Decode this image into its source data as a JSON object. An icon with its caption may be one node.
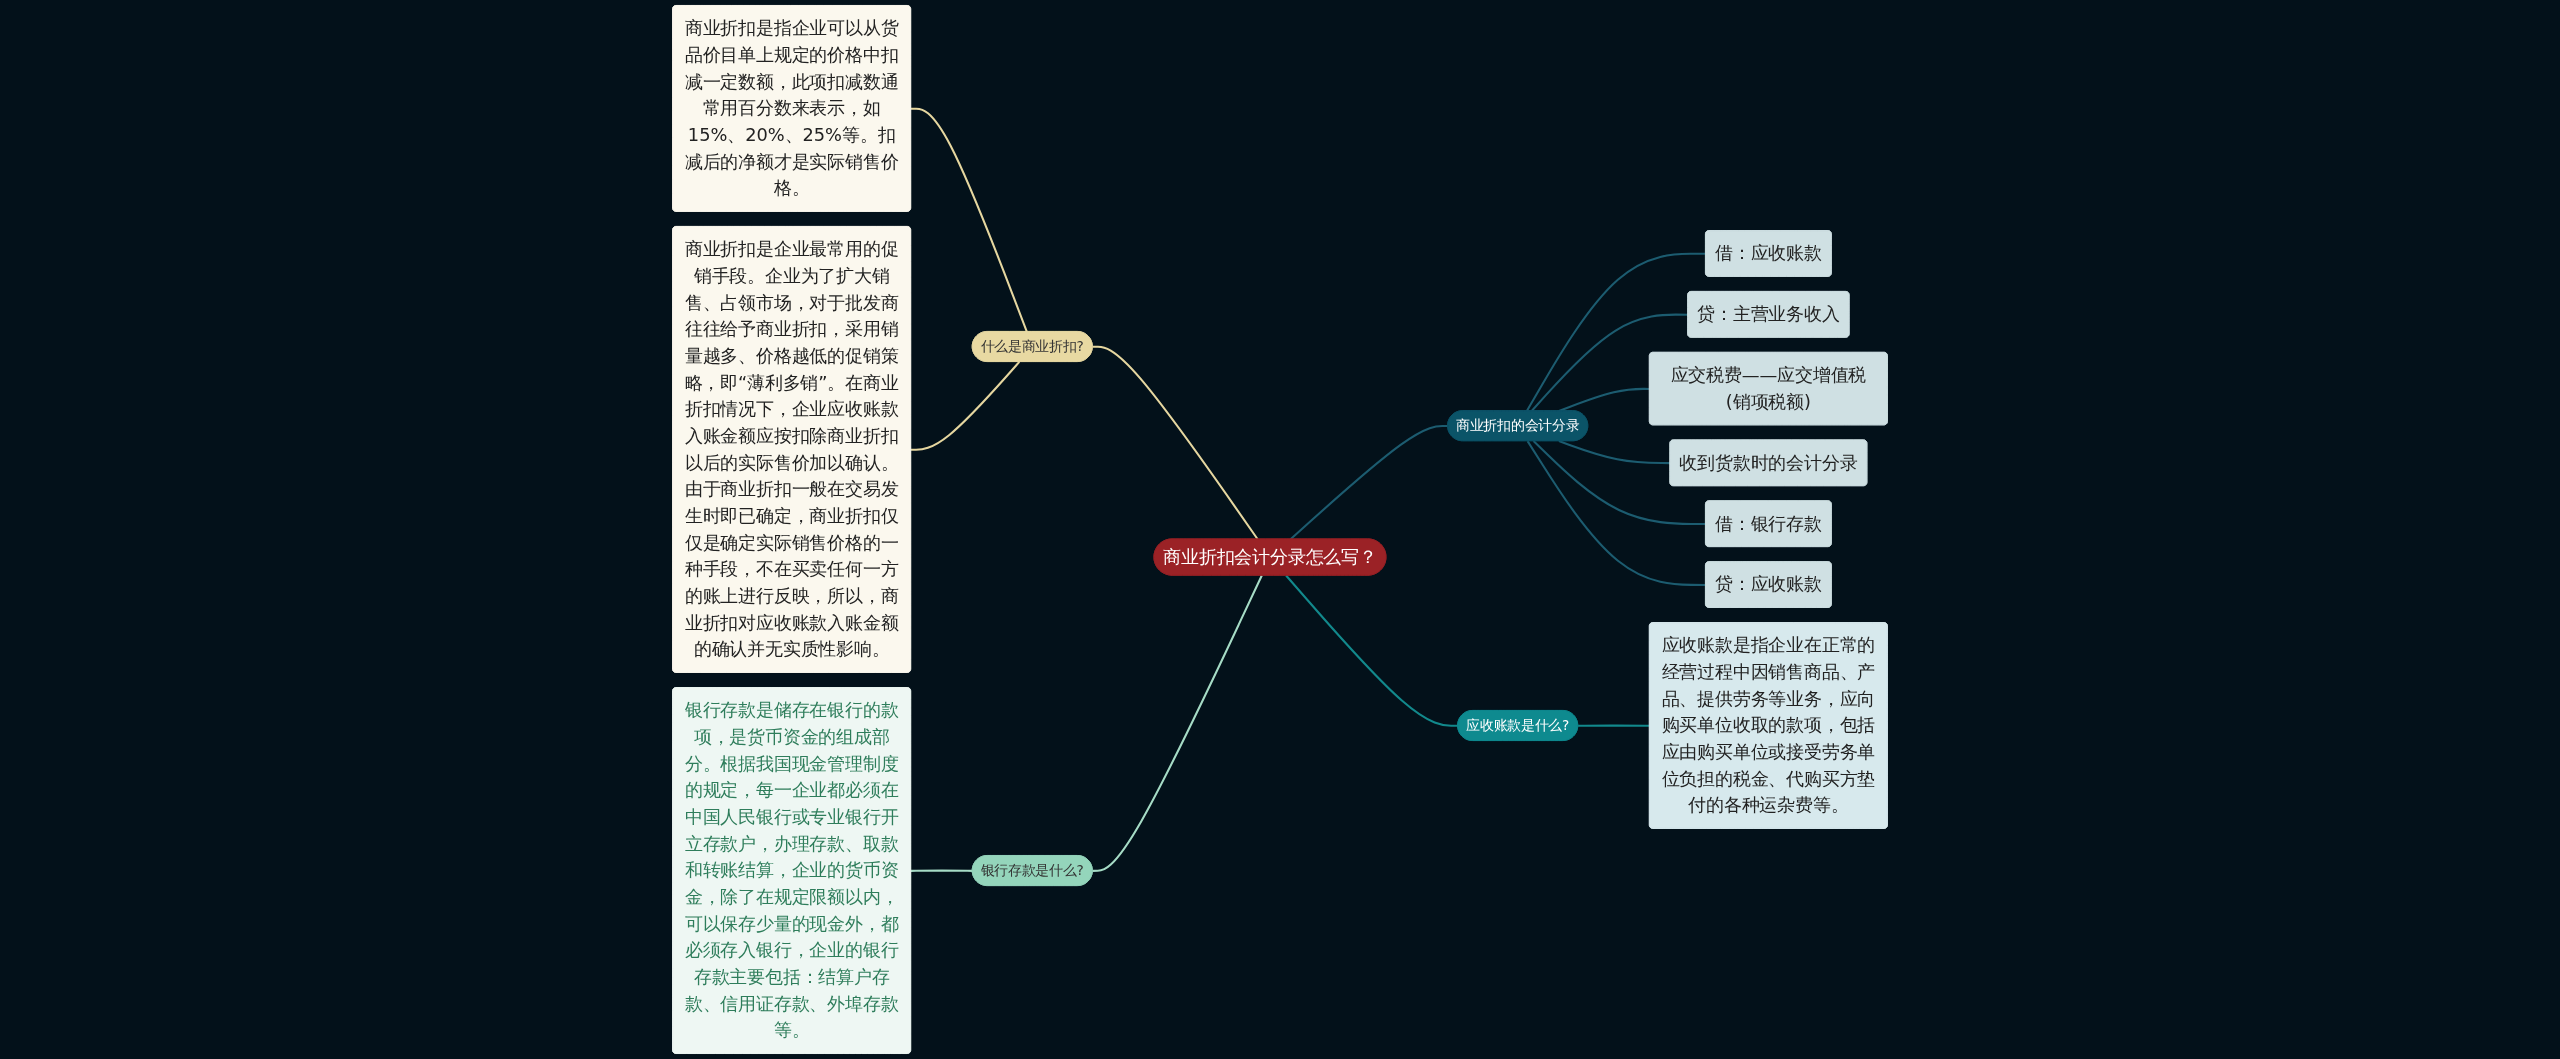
{
  "diagram": {
    "nodes": [
      {
        "text": [
          "商业折扣会计分录怎么写？"
        ]
      },
      {
        "text": [
          "什么是商业折扣?"
        ]
      },
      {
        "text": [
          "商业折扣是指企业可以从货品价目单上规定的价格中扣减一定数额，此项扣减数通常用百分数来表示，如15%、20%、25%等。扣减后的净额才是实际销售价格。"
        ]
      },
      {
        "text": [
          "商业折扣是企业最常用的促销手段。企业为了扩大销售、占领市场，对于批发商往往给予商业折扣，采用销量越多、价格越低的促销策略，即“薄利多销”。在商业折扣情况下，企业应收账款入账金额应按扣除商业折扣以后的实际售价加以确认。由于商业折扣一般在交易发生时即已确定，商业折扣仅仅是确定实际销售价格的一种手段，不在买卖任何一方的账上进行反映，所以，商业折扣对应收账款入账金额的确认并无实质性影响。"
        ]
      },
      {
        "text": [
          "银行存款是什么?"
        ]
      },
      {
        "text": [
          "银行存款是储存在银行的款项，是货币资金的组成部分。根据我国现金管理制度的规定，每一企业都必须在中国人民银行或专业银行开立存款户，办理存款、取款和转账结算，企业的货币资金，除了在规定限额以内，可以保存少量的现金外，都必须存入银行，企业的银行存款主要包括：结算户存款、信用证存款、外埠存款等。"
        ]
      },
      {
        "text": [
          "商业折扣的会计分录"
        ]
      },
      {
        "text": [
          "借：应收账款"
        ]
      },
      {
        "text": [
          "贷：主营业务收入"
        ]
      },
      {
        "text": [
          "应交税费——应交增值税(销项税额)"
        ]
      },
      {
        "text": [
          "收到货款时的会计分录"
        ]
      },
      {
        "text": [
          "借：银行存款"
        ]
      },
      {
        "text": [
          "贷：应收账款"
        ]
      },
      {
        "text": [
          "应收账款是什么?"
        ]
      },
      {
        "text": [
          "应收账款是指企业在正常的经营过程中因销售商品、产品、提供劳务等业务，应向购买单位收取的款项，包括应由购买单位或接受劳务单位负担的税金、代购买方垫付的各种运杂费等。"
        ]
      }
    ],
    "edges": [
      {
        "from": 2,
        "to": 1,
        "arrow": "none",
        "color": "#e6d7a0"
      },
      {
        "from": 3,
        "to": 1,
        "arrow": "none",
        "color": "#e6d7a0"
      },
      {
        "from": 1,
        "to": 0,
        "arrow": "none",
        "color": "#e6d7a0"
      },
      {
        "from": 5,
        "to": 4,
        "arrow": "none",
        "color": "#a6dcc6"
      },
      {
        "from": 4,
        "to": 0,
        "arrow": "none",
        "color": "#a6dcc6"
      },
      {
        "from": 0,
        "to": 6,
        "arrow": "none"
      },
      {
        "from": 6,
        "to": 7,
        "arrow": "none"
      },
      {
        "from": 6,
        "to": 8,
        "arrow": "none"
      },
      {
        "from": 6,
        "to": 9,
        "arrow": "none"
      },
      {
        "from": 6,
        "to": 10,
        "arrow": "none"
      },
      {
        "from": 6,
        "to": 11,
        "arrow": "none"
      },
      {
        "from": 6,
        "to": 12,
        "arrow": "none"
      },
      {
        "from": 0,
        "to": 13,
        "arrow": "none",
        "color": "#12898c"
      },
      {
        "from": 13,
        "to": 14,
        "arrow": "none",
        "color": "#12898c"
      }
    ]
  }
}
